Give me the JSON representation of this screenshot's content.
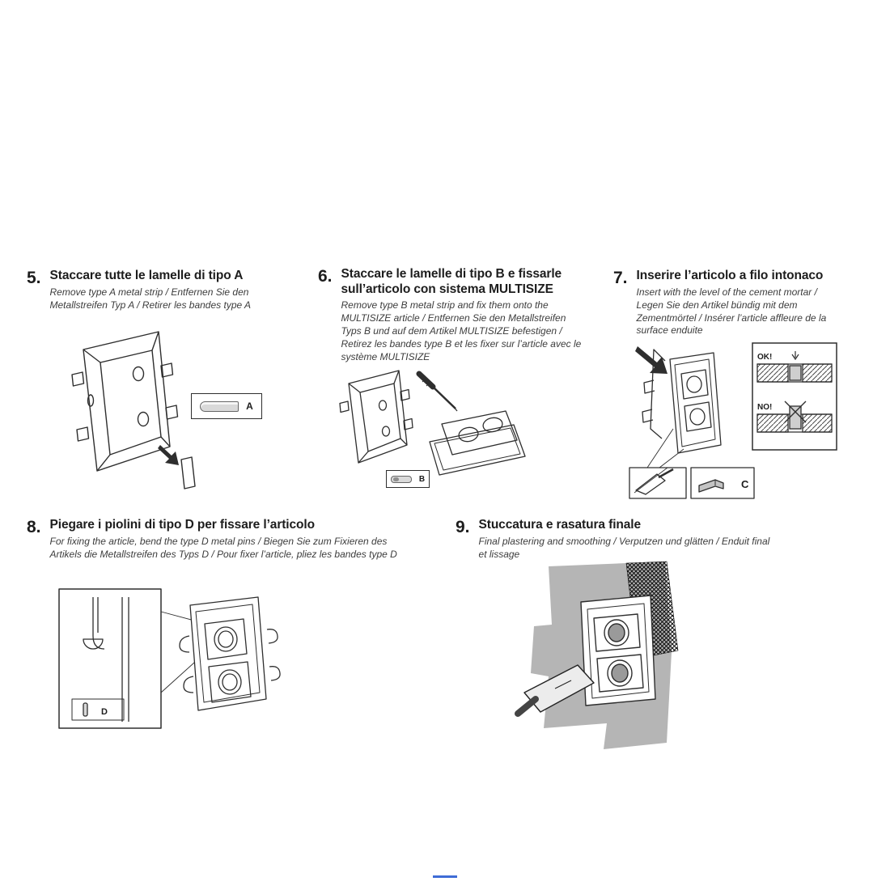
{
  "page": {
    "colors": {
      "ink": "#1d1d1d",
      "wall_gray": "#b5b5b5",
      "strip_gray": "#d9d9d9",
      "artifact_blue": "#3f6cd6"
    }
  },
  "steps": [
    {
      "number": "5.",
      "title": "Staccare tutte le lamelle di tipo A",
      "subtitle": "Remove type A metal strip / Entfernen Sie den Metallstreifen Typ A / Retirer les bandes type A",
      "part_label": "A"
    },
    {
      "number": "6.",
      "title": "Staccare le lamelle di tipo B e fissarle sull’articolo con sistema MULTISIZE",
      "subtitle": "Remove type B metal strip and fix them onto the MULTISIZE article / Entfernen Sie den Metallstreifen Typs B und auf dem Artikel MULTISIZE befestigen / Retirez les bandes type B et les fixer sur l’article avec le système MULTISIZE",
      "part_label": "B"
    },
    {
      "number": "7.",
      "title": "Inserire l’articolo a filo intonaco",
      "subtitle": "Insert with the level of the cement mortar / Legen Sie den Artikel bündig mit dem Zementmörtel / Insérer l’article affleure de la surface enduite",
      "part_label": "C",
      "ok_label": "OK!",
      "no_label": "NO!"
    },
    {
      "number": "8.",
      "title": "Piegare i piolini di tipo D per fissare l’articolo",
      "subtitle": "For fixing the article, bend the type D metal pins / Biegen Sie zum Fixieren des Artikels die Metallstreifen des Typs D / Pour fixer l’article, pliez les bandes type D",
      "part_label": "D"
    },
    {
      "number": "9.",
      "title": "Stuccatura e rasatura finale",
      "subtitle": "Final plastering and smoothing / Verputzen und glätten / Enduit final et lissage"
    }
  ]
}
